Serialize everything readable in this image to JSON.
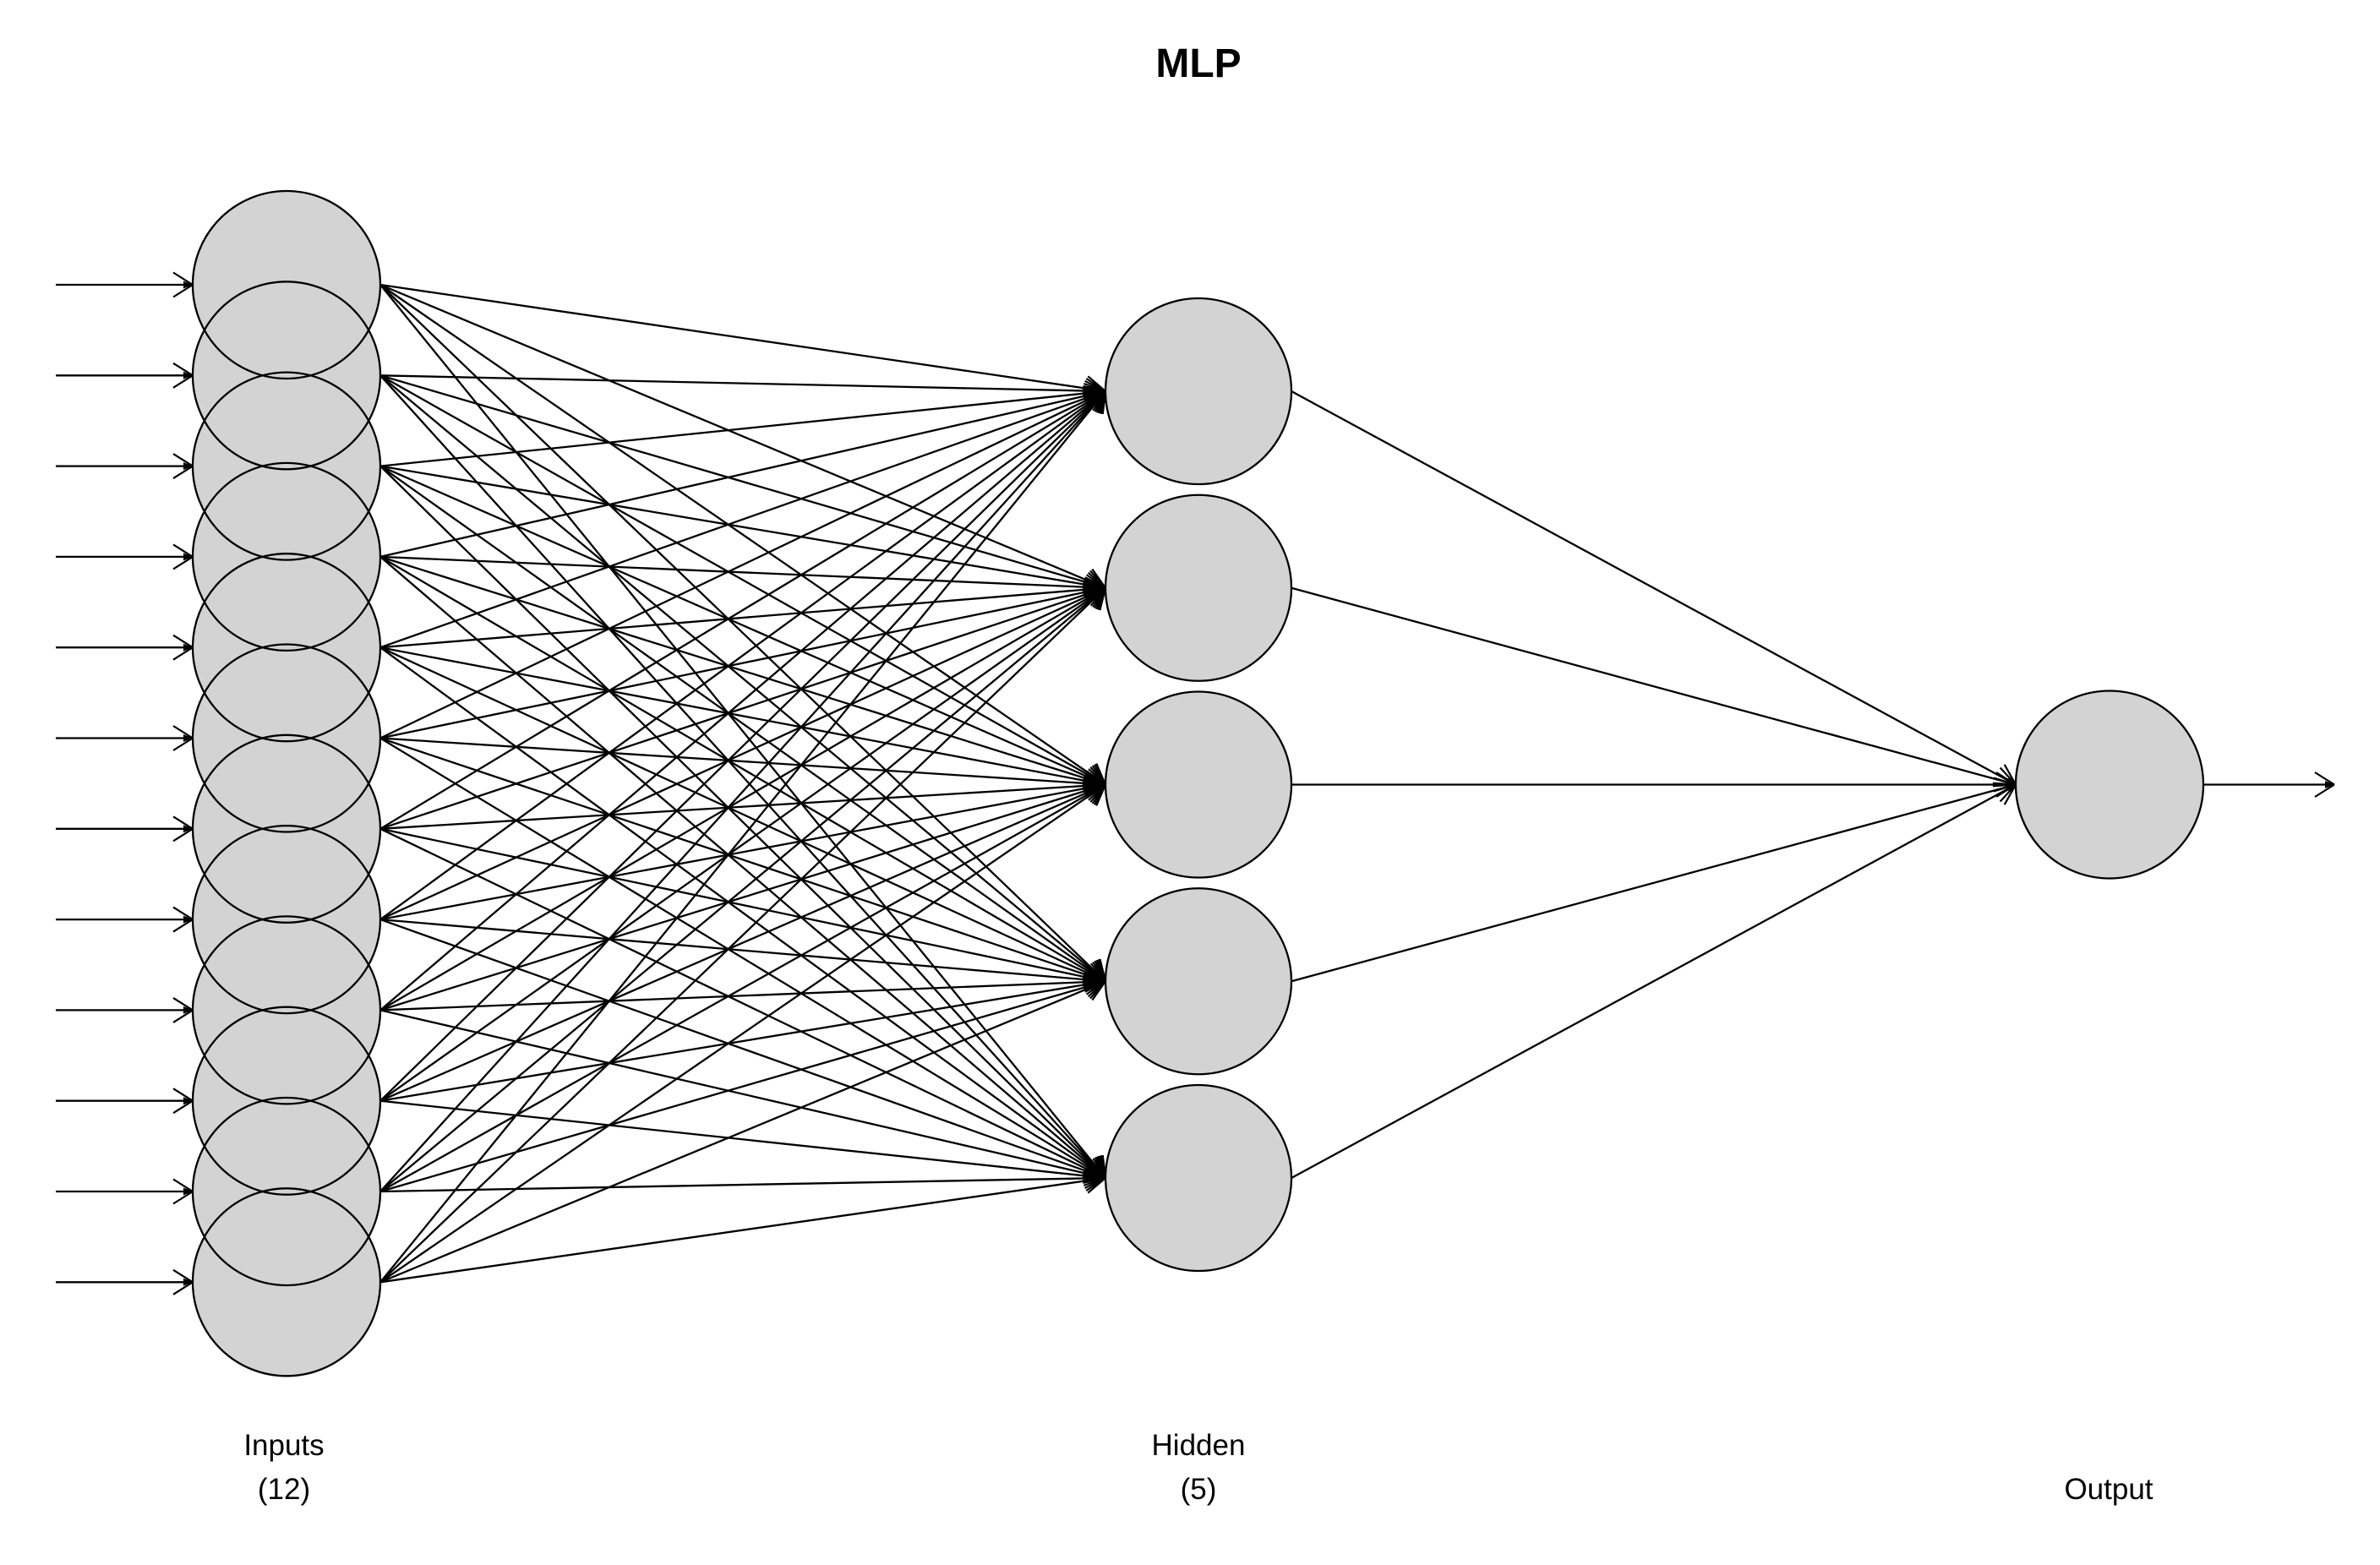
{
  "title": "MLP",
  "layers": {
    "input": {
      "label": "Inputs",
      "count_label": "(12)",
      "count": 12
    },
    "hidden": {
      "label": "Hidden",
      "count_label": "(5)",
      "count": 5
    },
    "output": {
      "label": "Output",
      "count_label": "",
      "count": 1
    }
  },
  "connectivity": {
    "input_to_hidden": "fully-connected",
    "hidden_to_output": "fully-connected",
    "input_arrows": "one-per-input-node",
    "output_arrows": "one-per-output-node"
  },
  "colors": {
    "background": "#ffffff",
    "node_fill": "#d3d3d3",
    "node_stroke": "#000000",
    "edge": "#000000",
    "text": "#000000"
  }
}
